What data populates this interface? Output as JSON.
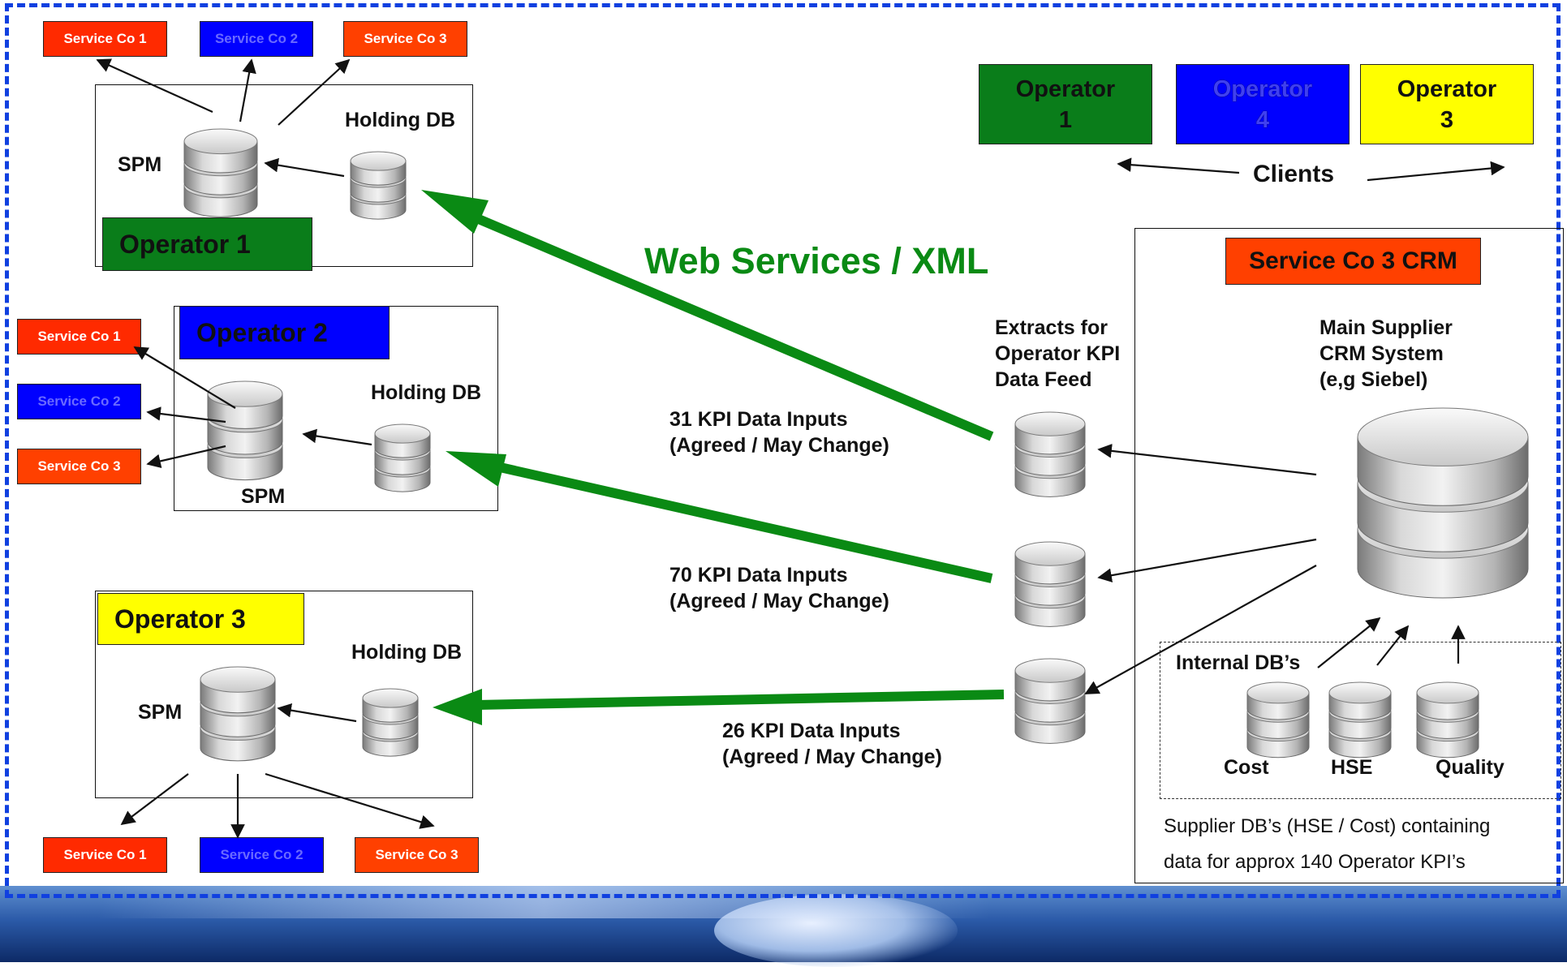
{
  "colors": {
    "red": "#ff2a00",
    "blue": "#0000ff",
    "green": "#0a7d1a",
    "yellow": "#ffff00",
    "orange": "#ff4000",
    "dash_blue": "#1040e0",
    "arrow_green": "#0a8a14"
  },
  "op1_group": {
    "service_cos": [
      "Service Co 1",
      "Service Co 2",
      "Service Co 3"
    ],
    "spm_label": "SPM",
    "holding_db_label": "Holding DB",
    "operator_label": "Operator 1"
  },
  "op2_group": {
    "service_cos": [
      "Service Co 1",
      "Service Co 2",
      "Service Co 3"
    ],
    "spm_label": "SPM",
    "holding_db_label": "Holding DB",
    "operator_label": "Operator 2"
  },
  "op3_group": {
    "service_cos": [
      "Service Co 1",
      "Service Co 2",
      "Service Co 3"
    ],
    "spm_label": "SPM",
    "holding_db_label": "Holding DB",
    "operator_label": "Operator 3"
  },
  "clients": {
    "operators": [
      {
        "line1": "Operator",
        "line2": "1"
      },
      {
        "line1": "Operator",
        "line2": "4"
      },
      {
        "line1": "Operator",
        "line2": "3"
      }
    ],
    "label": "Clients"
  },
  "web_services_label": "Web Services / XML",
  "kpi_feeds": [
    {
      "line1": "31 KPI Data Inputs",
      "line2": "(Agreed / May Change)"
    },
    {
      "line1": "70 KPI Data Inputs",
      "line2": "(Agreed / May Change)"
    },
    {
      "line1": "26 KPI Data Inputs",
      "line2": "(Agreed / May Change)"
    }
  ],
  "extracts_label": {
    "line1": "Extracts for",
    "line2": "Operator KPI",
    "line3": "Data Feed"
  },
  "crm": {
    "title": "Service Co 3 CRM",
    "main_label": {
      "line1": "Main Supplier",
      "line2": "CRM System",
      "line3": "(e,g Siebel)"
    },
    "internal_label": "Internal DB’s",
    "internal_dbs": [
      "Cost",
      "HSE",
      "Quality"
    ],
    "supplier_note_line1": "Supplier DB’s (HSE / Cost) containing",
    "supplier_note_line2": "data for approx 140 Operator  KPI’s"
  }
}
